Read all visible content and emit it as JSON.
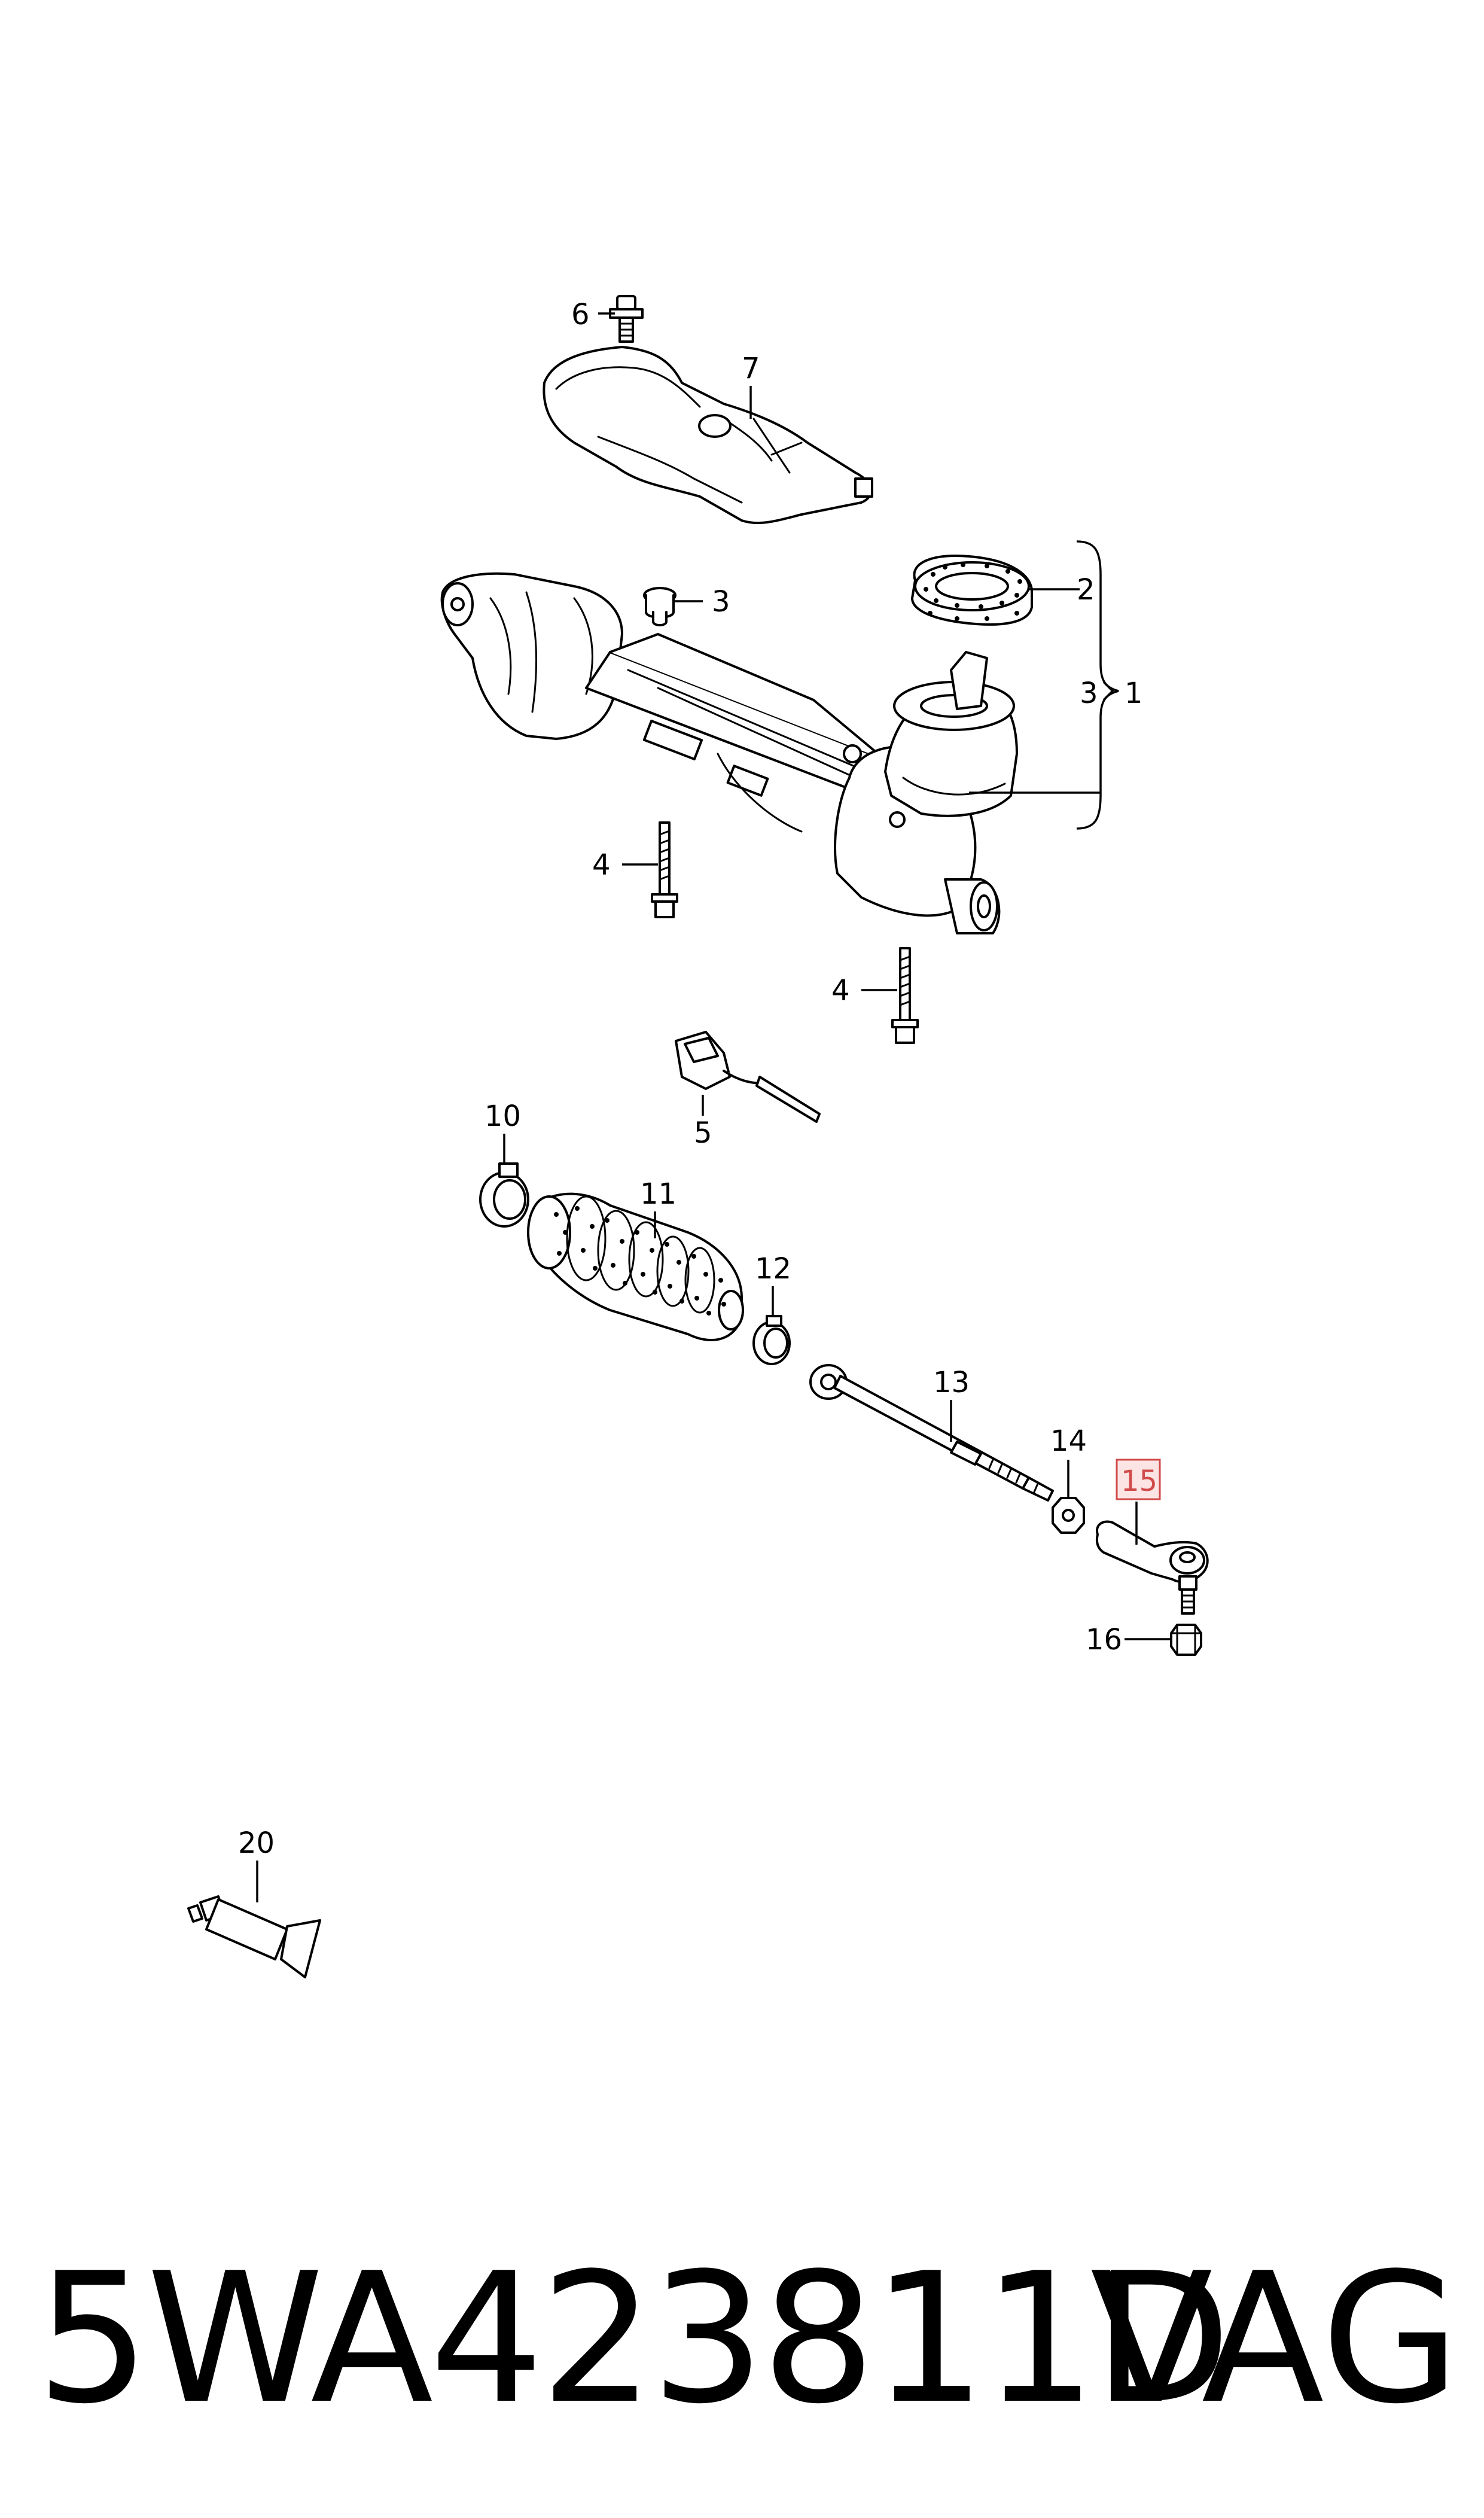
{
  "diagram": {
    "callouts": {
      "c1": "1",
      "c2": "2",
      "c3a": "3",
      "c3b": "3",
      "c4a": "4",
      "c4b": "4",
      "c5": "5",
      "c6": "6",
      "c7": "7",
      "c10": "10",
      "c11": "11",
      "c12": "12",
      "c13": "13",
      "c14": "14",
      "c15": "15",
      "c16": "16",
      "c20": "20"
    },
    "highlighted_callout": "15",
    "highlight_color": "#d14a4a"
  },
  "footer": {
    "part_number": "5WA423811D",
    "brand": "VAG"
  }
}
